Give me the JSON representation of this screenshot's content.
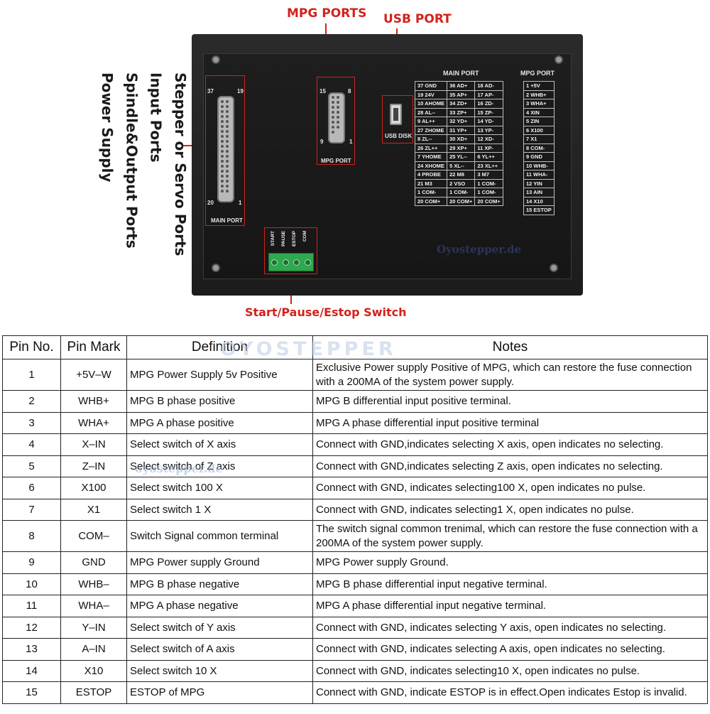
{
  "callouts": {
    "mpg_ports": "MPG PORTS",
    "usb_port": "USB PORT",
    "switch": "Start/Pause/Estop Switch",
    "main_side": [
      "Stepper or Servo Ports",
      "Input Ports",
      "Spindle&Output Ports",
      "Power Supply"
    ]
  },
  "panel": {
    "main_connector": {
      "label": "MAIN PORT",
      "pin_tl": "37",
      "pin_tr": "19",
      "pin_bl": "20",
      "pin_br": "1"
    },
    "mpg_connector": {
      "label": "MPG PORT",
      "pin_tl": "15",
      "pin_tr": "8",
      "pin_bl": "9",
      "pin_br": "1"
    },
    "usb_label": "USB DISK",
    "switch_labels": [
      "START",
      "PAUSE",
      "ESTOP",
      "COM"
    ],
    "watermark_url": "Oyostepper.de",
    "main_port_title": "MAIN PORT",
    "mpg_port_title": "MPG PORT",
    "main_port_col1": [
      "37  GND",
      "19  24V",
      "10  AHOME",
      "28  AL--",
      "9  AL++",
      "27  ZHOME",
      "8  ZL--",
      "26  ZL++",
      "7  YHOME",
      "24  XHOME",
      "4  PROBE",
      "21  M3",
      "1  COM-",
      "20  COM+"
    ],
    "main_port_col2": [
      "36  AD+",
      "35  AP+",
      "34  ZD+",
      "33  ZP+",
      "32  YD+",
      "31  YP+",
      "30  XD+",
      "29  XP+",
      "25  YL--",
      "5  XL--",
      "22  M8",
      "2  VSO",
      "1  COM-",
      "20  COM+"
    ],
    "main_port_col3": [
      "18  AD-",
      "17  AP-",
      "16  ZD-",
      "15  ZP-",
      "14  YD-",
      "13  YP-",
      "12  XD-",
      "11  XP-",
      "6  YL++",
      "23  XL++",
      "3  M7",
      "1  COM-",
      "1  COM-",
      "20  COM+"
    ],
    "mpg_port_col": [
      "1  +5V",
      "2  WHB+",
      "3  WHA+",
      "4  XIN",
      "5  ZIN",
      "6  X100",
      "7  X1",
      "8  COM-",
      "9  GND",
      "10  WHB-",
      "11  WHA-",
      "12  YIN",
      "13  AIN",
      "14  X10",
      "15  ESTOP"
    ]
  },
  "watermark": "OYOSTEPPER",
  "watermark_url": "oyostepper.de",
  "table": {
    "headers": [
      "Pin No.",
      "Pin Mark",
      "Definition",
      "Notes"
    ],
    "rows": [
      {
        "pin": "1",
        "mark": "+5V–W",
        "def": "MPG Power Supply 5v Positive",
        "notes": "Exclusive Power supply Positive of MPG, which can restore the fuse connection with a 200MA of the system power supply.",
        "tall": true
      },
      {
        "pin": "2",
        "mark": "WHB+",
        "def": "MPG B phase positive",
        "notes": "MPG B differential input positive terminal."
      },
      {
        "pin": "3",
        "mark": "WHA+",
        "def": "MPG A phase positive",
        "notes": "MPG A phase differential input positive terminal"
      },
      {
        "pin": "4",
        "mark": "X–IN",
        "def": "Select switch of X axis",
        "notes": "Connect with GND,indicates selecting X axis, open indicates no selecting."
      },
      {
        "pin": "5",
        "mark": "Z–IN",
        "def": "Select switch of Z axis",
        "notes": "Connect with GND,indicates selecting Z axis, open indicates no selecting."
      },
      {
        "pin": "6",
        "mark": "X100",
        "def": "Select switch 100 X",
        "notes": "Connect with GND, indicates selecting100 X, open indicates no pulse."
      },
      {
        "pin": "7",
        "mark": "X1",
        "def": "Select switch 1 X",
        "notes": "Connect with GND, indicates selecting1 X, open indicates no pulse."
      },
      {
        "pin": "8",
        "mark": "COM–",
        "def": "Switch Signal common terminal",
        "notes": "The switch signal common trenimal, which can restore the fuse connection with a 200MA of the system power supply.",
        "tall": true
      },
      {
        "pin": "9",
        "mark": "GND",
        "def": "MPG Power supply Ground",
        "notes": "MPG Power supply Ground."
      },
      {
        "pin": "10",
        "mark": "WHB–",
        "def": "MPG B phase negative",
        "notes": "MPG B phase differential input negative terminal."
      },
      {
        "pin": "11",
        "mark": "WHA–",
        "def": "MPG A phase negative",
        "notes": "MPG A phase differential input negative terminal."
      },
      {
        "pin": "12",
        "mark": "Y–IN",
        "def": "Select switch of Y axis",
        "notes": "Connect with GND, indicates selecting Y axis, open indicates no selecting."
      },
      {
        "pin": "13",
        "mark": "A–IN",
        "def": "Select switch of A axis",
        "notes": "Connect with GND, indicates selecting A axis, open indicates no selecting."
      },
      {
        "pin": "14",
        "mark": "X10",
        "def": "Select switch 10 X",
        "notes": "Connect with GND, indicates selecting10 X, open indicates no pulse."
      },
      {
        "pin": "15",
        "mark": "ESTOP",
        "def": "ESTOP of MPG",
        "notes": "Connect with GND, indicate ESTOP is in effect.Open indicates Estop is invalid."
      }
    ]
  },
  "colors": {
    "callout": "#d3211c",
    "panel": "#1c1c1c",
    "terminal": "#2fa84f"
  }
}
